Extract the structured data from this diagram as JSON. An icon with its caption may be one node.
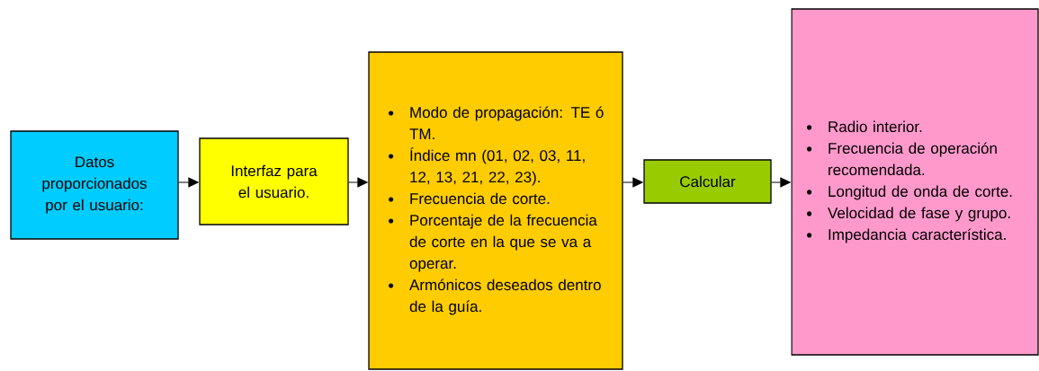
{
  "diagram": {
    "nodes": [
      {
        "text": [
          "Datos proporcionados por el usuario:"
        ]
      },
      {
        "text": [
          "Interfaz para el usuario."
        ]
      },
      {
        "text": [
          "Modo de propagación: TE ó TM.",
          "Índice mn (01, 02, 03, 11, 12, 13, 21, 22, 23).",
          "Frecuencia de corte.",
          "Porcentaje de la frecuencia de corte en la que se va a operar.",
          "Armónicos deseados dentro de la guía."
        ]
      },
      {
        "text": [
          "Calcular"
        ]
      },
      {
        "text": [
          "Radio interior.",
          "Frecuencia de operación recomendada.",
          "Longitud de onda de corte.",
          "Velocidad de fase y grupo.",
          "Impedancia característica."
        ]
      }
    ],
    "edges": [
      {
        "from": 0,
        "to": 1,
        "arrow": "to"
      },
      {
        "from": 1,
        "to": 2,
        "arrow": "to"
      },
      {
        "from": 2,
        "to": 3,
        "arrow": "to"
      },
      {
        "from": 3,
        "to": 4,
        "arrow": "to"
      }
    ]
  }
}
